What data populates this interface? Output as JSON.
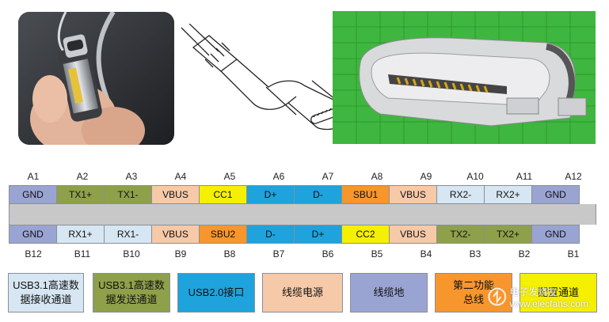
{
  "colors": {
    "gnd": "#9aa4d3",
    "highspeed_rx": "#d6e6f2",
    "highspeed_tx": "#8fa04a",
    "usb2": "#1ea3dc",
    "vbus": "#f6c9a8",
    "cc": "#f5ef00",
    "sbu": "#f7962c",
    "green_pcb": "#3fb63f"
  },
  "pins_top": [
    {
      "id": "A1",
      "name": "GND",
      "type": "gnd"
    },
    {
      "id": "A2",
      "name": "TX1+",
      "type": "highspeed_tx"
    },
    {
      "id": "A3",
      "name": "TX1-",
      "type": "highspeed_tx"
    },
    {
      "id": "A4",
      "name": "VBUS",
      "type": "vbus"
    },
    {
      "id": "A5",
      "name": "CC1",
      "type": "cc"
    },
    {
      "id": "A6",
      "name": "D+",
      "type": "usb2"
    },
    {
      "id": "A7",
      "name": "D-",
      "type": "usb2"
    },
    {
      "id": "A8",
      "name": "SBU1",
      "type": "sbu"
    },
    {
      "id": "A9",
      "name": "VBUS",
      "type": "vbus"
    },
    {
      "id": "A10",
      "name": "RX2-",
      "type": "highspeed_rx"
    },
    {
      "id": "A11",
      "name": "RX2+",
      "type": "highspeed_rx"
    },
    {
      "id": "A12",
      "name": "GND",
      "type": "gnd"
    }
  ],
  "pins_bottom": [
    {
      "id": "B12",
      "name": "GND",
      "type": "gnd"
    },
    {
      "id": "B11",
      "name": "RX1+",
      "type": "highspeed_rx"
    },
    {
      "id": "B10",
      "name": "RX1-",
      "type": "highspeed_rx"
    },
    {
      "id": "B9",
      "name": "VBUS",
      "type": "vbus"
    },
    {
      "id": "B8",
      "name": "SBU2",
      "type": "sbu"
    },
    {
      "id": "B7",
      "name": "D-",
      "type": "usb2"
    },
    {
      "id": "B6",
      "name": "D+",
      "type": "usb2"
    },
    {
      "id": "B5",
      "name": "CC2",
      "type": "cc"
    },
    {
      "id": "B4",
      "name": "VBUS",
      "type": "vbus"
    },
    {
      "id": "B3",
      "name": "TX2-",
      "type": "highspeed_tx"
    },
    {
      "id": "B2",
      "name": "TX2+",
      "type": "highspeed_tx"
    },
    {
      "id": "B1",
      "name": "GND",
      "type": "gnd"
    }
  ],
  "legend": [
    {
      "type": "highspeed_rx",
      "text": "USB3.1高速数\n据接收通道"
    },
    {
      "type": "highspeed_tx",
      "text": "USB3.1高速数\n据发送通道"
    },
    {
      "type": "usb2",
      "text": "USB2.0接口"
    },
    {
      "type": "vbus",
      "text": "线缆电源"
    },
    {
      "type": "gnd",
      "text": "线缆地"
    },
    {
      "type": "sbu",
      "text": "第二功能\n总线"
    },
    {
      "type": "cc",
      "text": "配置通道"
    }
  ],
  "watermark": "电子发烧友 www.elecfans.com"
}
